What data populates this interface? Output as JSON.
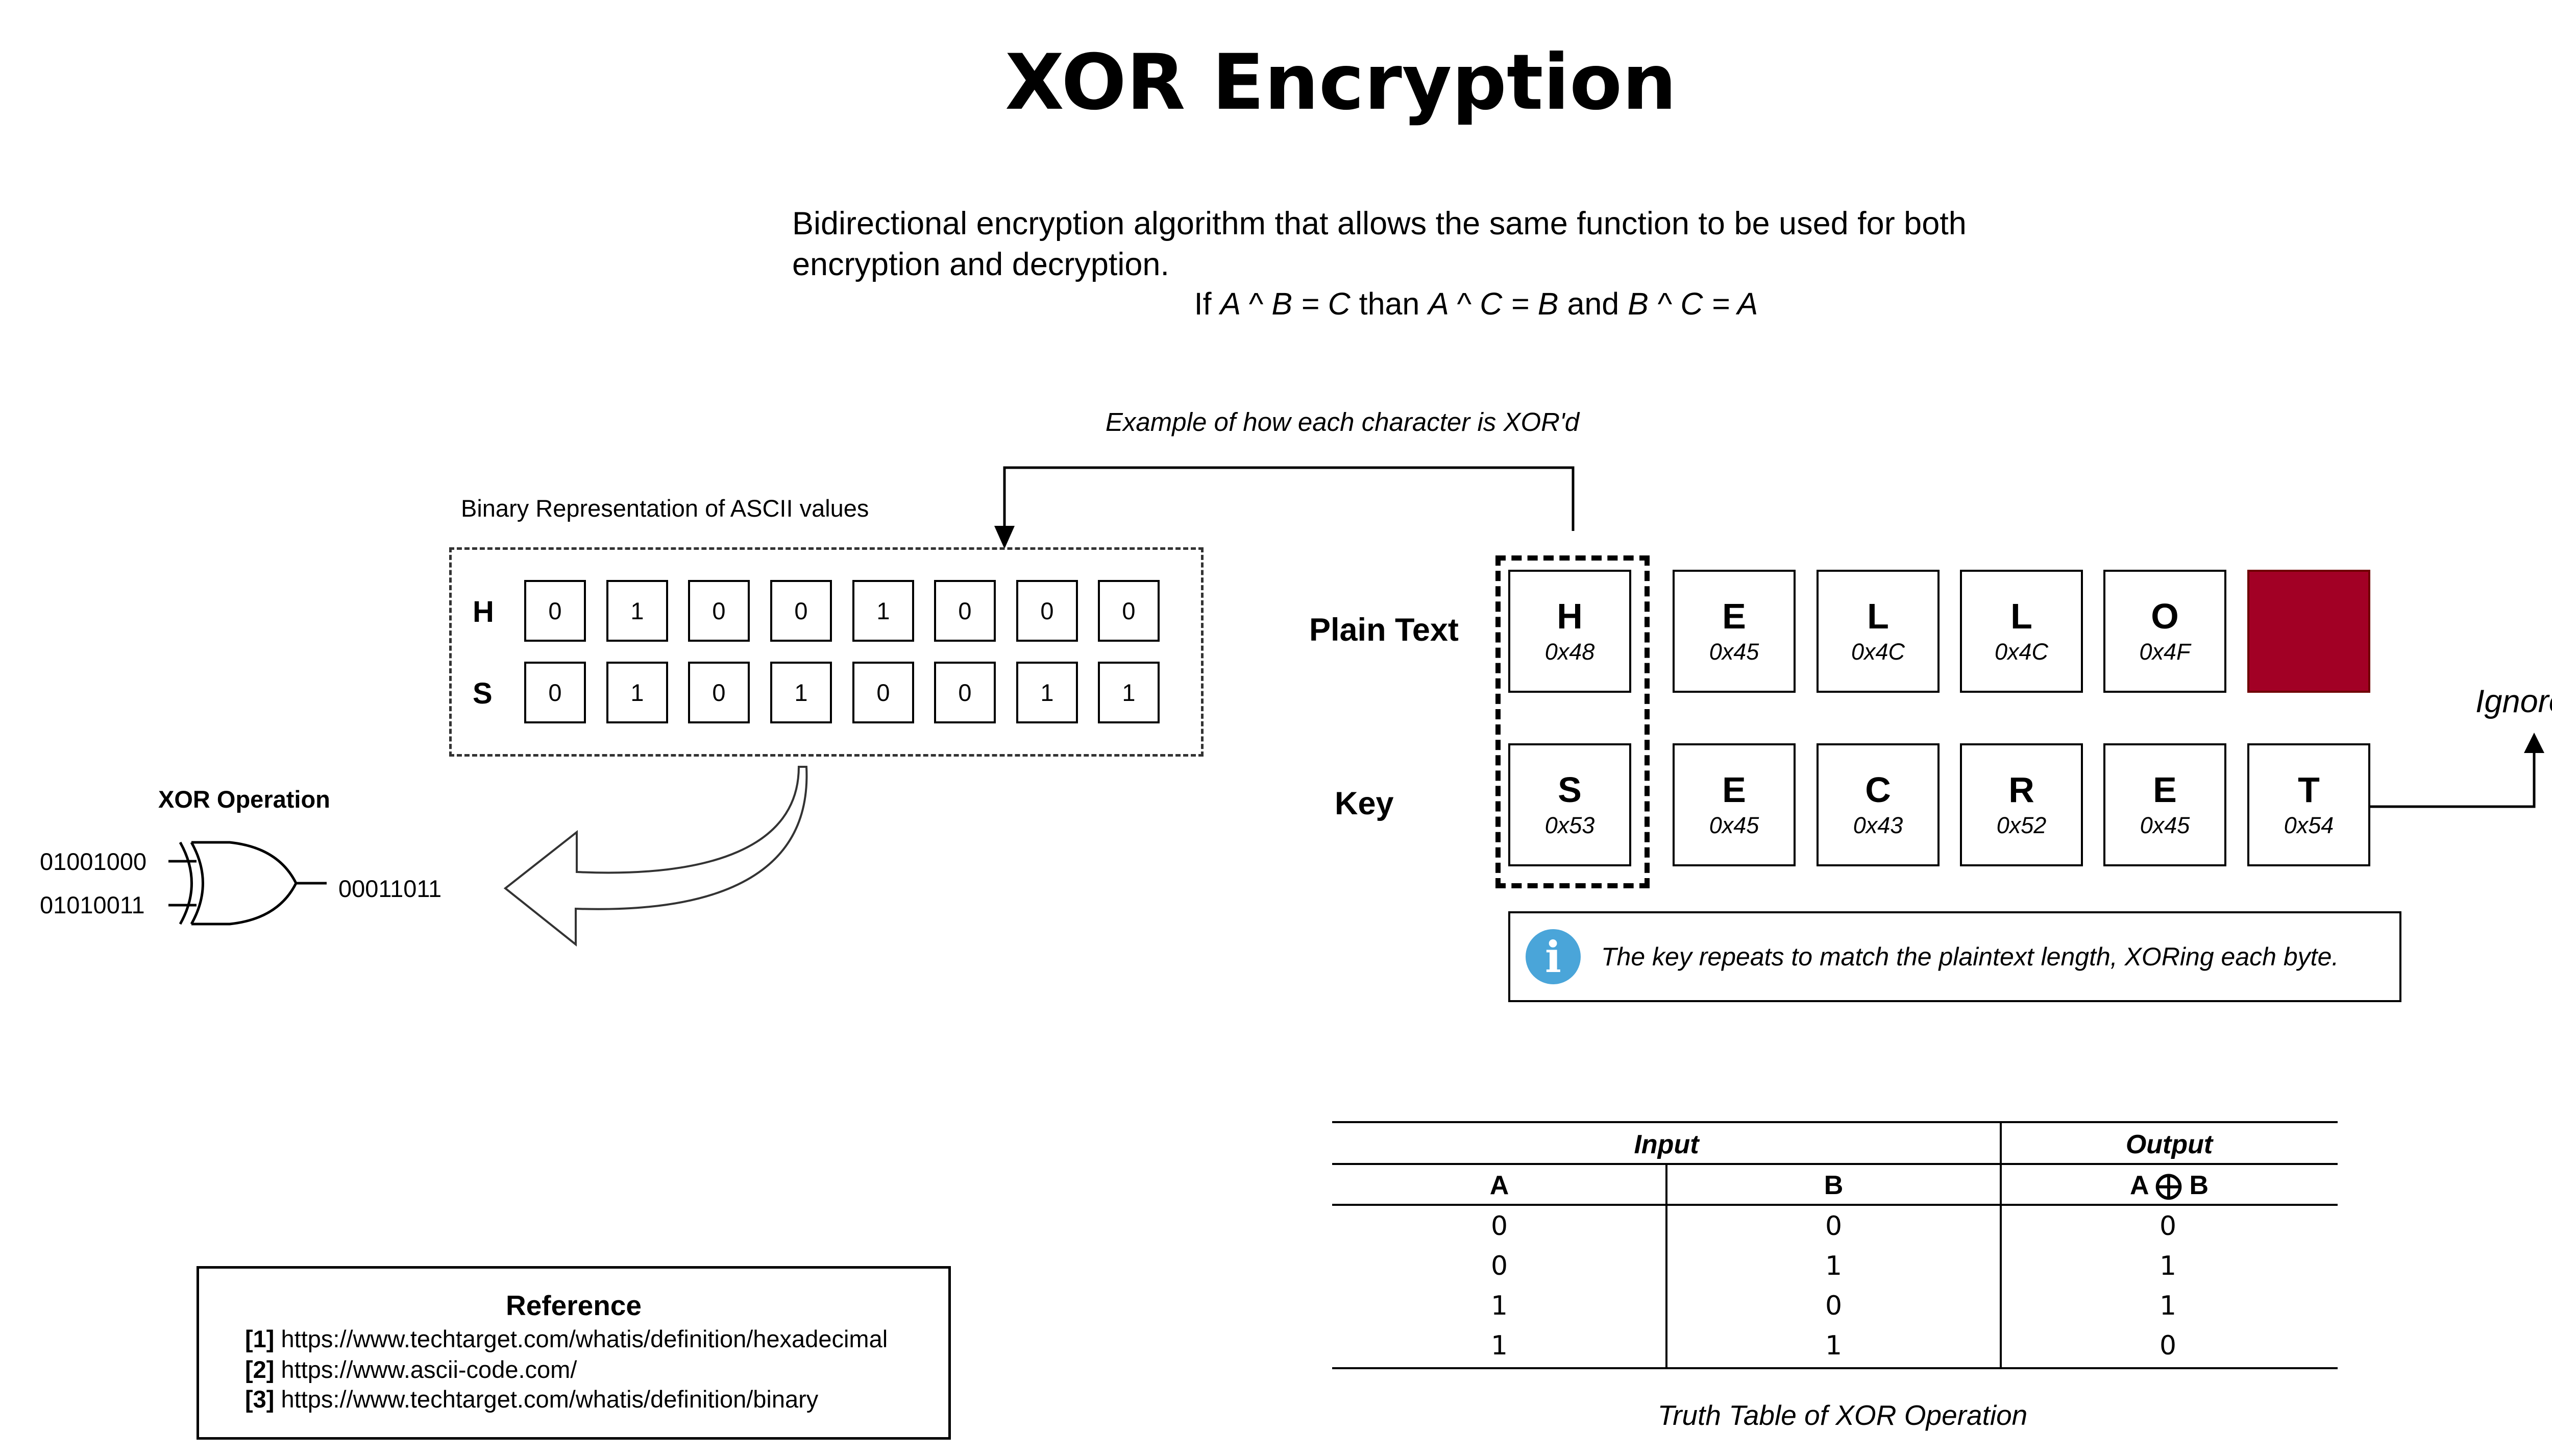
{
  "title": "XOR Encryption",
  "description": "Bidirectional encryption algorithm that allows the same function to be used for both encryption and decryption.",
  "formula": {
    "prefix": "If ",
    "f1": "A ^ B = C",
    "mid1": " than ",
    "f2": "A ^ C = B",
    "mid2": " and  ",
    "f3": "B ^ C = A"
  },
  "example_caption": "Example of how each character is XOR'd",
  "binary": {
    "caption": "Binary Representation of ASCII values",
    "rows": [
      {
        "label": "H",
        "bits": [
          "0",
          "1",
          "0",
          "0",
          "1",
          "0",
          "0",
          "0"
        ]
      },
      {
        "label": "S",
        "bits": [
          "0",
          "1",
          "0",
          "1",
          "0",
          "0",
          "1",
          "1"
        ]
      }
    ]
  },
  "xor_op": {
    "title": "XOR Operation",
    "input_a": "01001000",
    "input_b": "01010011",
    "output": "00011011"
  },
  "plain_text": {
    "label": "Plain Text",
    "chars": [
      {
        "ch": "H",
        "hex": "0x48"
      },
      {
        "ch": "E",
        "hex": "0x45"
      },
      {
        "ch": "L",
        "hex": "0x4C"
      },
      {
        "ch": "L",
        "hex": "0x4C"
      },
      {
        "ch": "O",
        "hex": "0x4F"
      }
    ],
    "empty_color": "#a20025"
  },
  "key": {
    "label": "Key",
    "chars": [
      {
        "ch": "S",
        "hex": "0x53"
      },
      {
        "ch": "E",
        "hex": "0x45"
      },
      {
        "ch": "C",
        "hex": "0x43"
      },
      {
        "ch": "R",
        "hex": "0x52"
      },
      {
        "ch": "E",
        "hex": "0x45"
      },
      {
        "ch": "T",
        "hex": "0x54"
      }
    ]
  },
  "ignored_label": "Ignored",
  "info": {
    "icon": "info-icon",
    "text": "The key repeats to match the plaintext length, XORing each byte."
  },
  "truth_table": {
    "input_header": "Input",
    "output_header": "Output",
    "col_a": "A",
    "col_b": "B",
    "col_out": "A ⨁ B",
    "rows": [
      [
        "0",
        "0",
        "0"
      ],
      [
        "0",
        "1",
        "1"
      ],
      [
        "1",
        "0",
        "1"
      ],
      [
        "1",
        "1",
        "0"
      ]
    ],
    "caption": "Truth Table of XOR Operation"
  },
  "reference": {
    "title": "Reference",
    "items": [
      {
        "num": "[1]",
        "url": "https://www.techtarget.com/whatis/definition/hexadecimal"
      },
      {
        "num": "[2]",
        "url": "https://www.ascii-code.com/"
      },
      {
        "num": "[3]",
        "url": "https://www.techtarget.com/whatis/definition/binary"
      }
    ]
  }
}
